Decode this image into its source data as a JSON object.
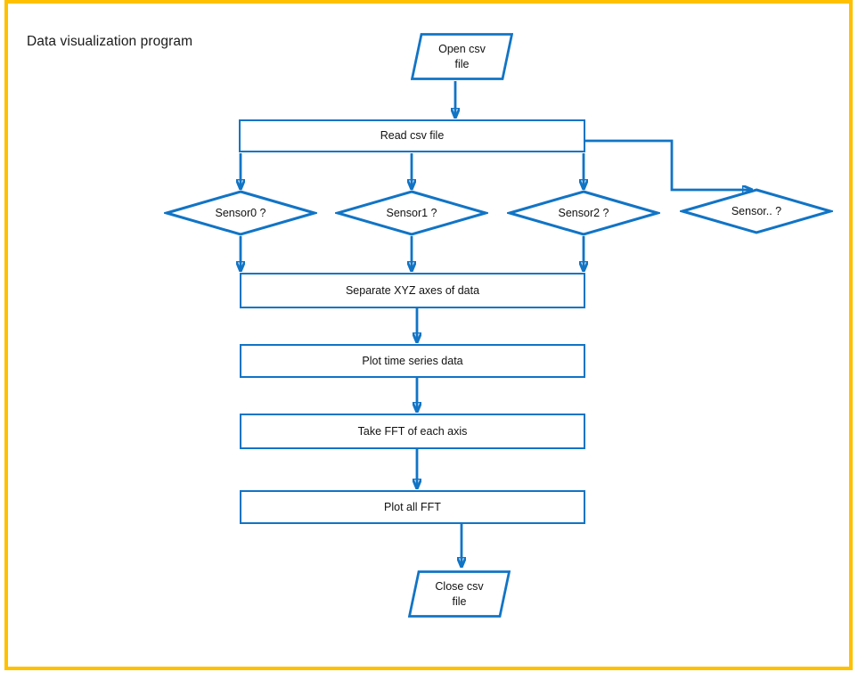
{
  "title": "Data visualization program",
  "colors": {
    "shape_line": "#1174C5",
    "frame_border": "#FFC000",
    "text": "#111111",
    "background": "#FFFFFF"
  },
  "nodes": {
    "open_csv": "Open csv file",
    "read_csv": "Read csv file",
    "sensor0": "Sensor0 ?",
    "sensor1": "Sensor1 ?",
    "sensor2": "Sensor2 ?",
    "sensor_more": "Sensor.. ?",
    "separate_axes": "Separate XYZ axes of data",
    "plot_time_series": "Plot time series data",
    "take_fft": "Take FFT of each axis",
    "plot_all_fft": "Plot all FFT",
    "close_csv": "Close csv file"
  },
  "node_types": {
    "open_csv": "parallelogram",
    "read_csv": "process",
    "sensor0": "decision",
    "sensor1": "decision",
    "sensor2": "decision",
    "sensor_more": "decision",
    "separate_axes": "process",
    "plot_time_series": "process",
    "take_fft": "process",
    "plot_all_fft": "process",
    "close_csv": "parallelogram"
  },
  "edges": [
    {
      "from": "open_csv",
      "to": "read_csv"
    },
    {
      "from": "read_csv",
      "to": "sensor0"
    },
    {
      "from": "read_csv",
      "to": "sensor1"
    },
    {
      "from": "read_csv",
      "to": "sensor2"
    },
    {
      "from": "read_csv",
      "to": "sensor_more"
    },
    {
      "from": "sensor0",
      "to": "separate_axes"
    },
    {
      "from": "sensor1",
      "to": "separate_axes"
    },
    {
      "from": "sensor2",
      "to": "separate_axes"
    },
    {
      "from": "separate_axes",
      "to": "plot_time_series"
    },
    {
      "from": "plot_time_series",
      "to": "take_fft"
    },
    {
      "from": "take_fft",
      "to": "plot_all_fft"
    },
    {
      "from": "plot_all_fft",
      "to": "close_csv"
    }
  ]
}
